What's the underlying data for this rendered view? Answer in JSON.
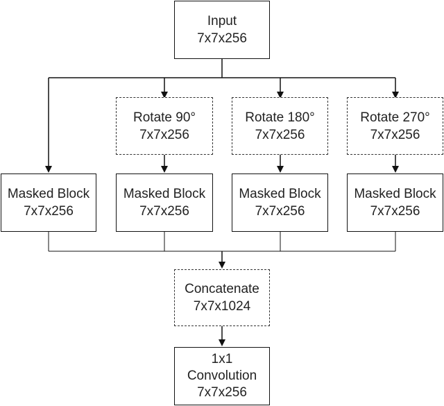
{
  "nodes": {
    "input": {
      "lines": [
        "Input",
        "7x7x256"
      ]
    },
    "rotate90": {
      "lines": [
        "Rotate 90°",
        "7x7x256"
      ]
    },
    "rotate180": {
      "lines": [
        "Rotate 180°",
        "7x7x256"
      ]
    },
    "rotate270": {
      "lines": [
        "Rotate 270°",
        "7x7x256"
      ]
    },
    "masked1": {
      "lines": [
        "Masked Block",
        "7x7x256"
      ]
    },
    "masked2": {
      "lines": [
        "Masked Block",
        "7x7x256"
      ]
    },
    "masked3": {
      "lines": [
        "Masked Block",
        "7x7x256"
      ]
    },
    "masked4": {
      "lines": [
        "Masked Block",
        "7x7x256"
      ]
    },
    "concat": {
      "lines": [
        "Concatenate",
        "7x7x1024"
      ]
    },
    "conv": {
      "lines": [
        "1x1",
        "Convolution",
        "7x7x256"
      ]
    }
  },
  "edges": [
    [
      "input",
      "masked1"
    ],
    [
      "input",
      "rotate90"
    ],
    [
      "input",
      "rotate180"
    ],
    [
      "input",
      "rotate270"
    ],
    [
      "rotate90",
      "masked2"
    ],
    [
      "rotate180",
      "masked3"
    ],
    [
      "rotate270",
      "masked4"
    ],
    [
      "masked1",
      "concat"
    ],
    [
      "masked2",
      "concat"
    ],
    [
      "masked3",
      "concat"
    ],
    [
      "masked4",
      "concat"
    ],
    [
      "concat",
      "conv"
    ]
  ],
  "colors": {
    "line": "#111111",
    "dashed_border": "#333333",
    "text": "#222222"
  }
}
